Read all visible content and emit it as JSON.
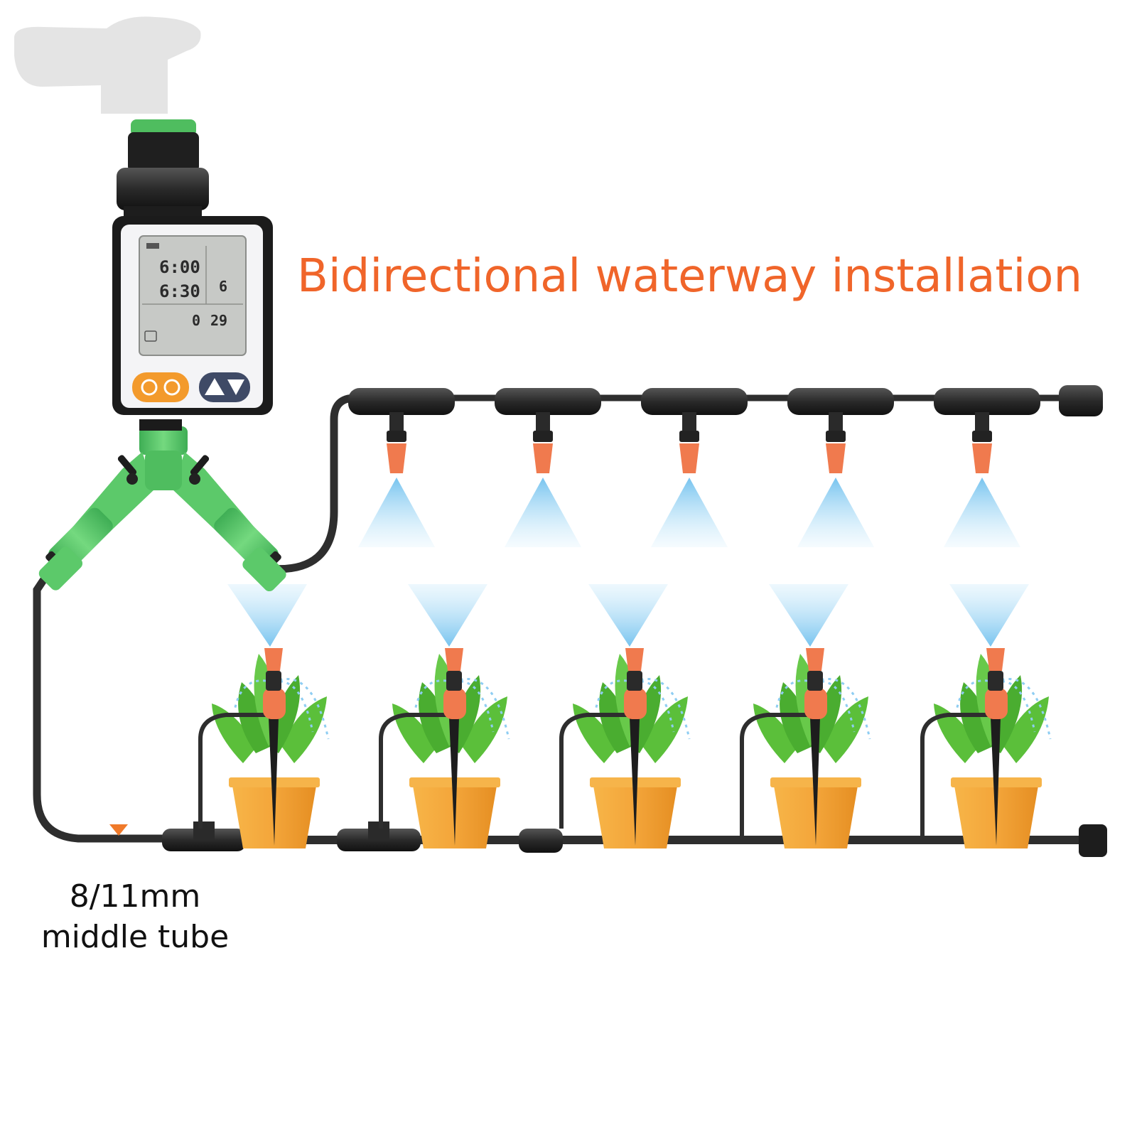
{
  "title": "Bidirectional waterway installation",
  "tube_label": {
    "line1": "8/11mm",
    "line2": "middle tube"
  },
  "timer": {
    "time1": "6:00",
    "time2": "6:30",
    "value_right": "6",
    "countdown": "0",
    "countdown_minutes": "29"
  },
  "colors": {
    "title": "#f0652a",
    "tube": "#2e2e2e",
    "fitting_green": "#5cc96a",
    "nozzle_orange": "#f07a4e",
    "spray_blue": "#9fd6f3",
    "pot_orange": "#f3a53a",
    "leaf_green": "#5bbf3a",
    "button_orange": "#f39a2c"
  },
  "icons": [
    "faucet-icon",
    "water-timer-icon",
    "y-splitter-icon",
    "mist-nozzle-icon",
    "drip-stake-icon",
    "plant-pot-icon",
    "end-plug-icon"
  ]
}
